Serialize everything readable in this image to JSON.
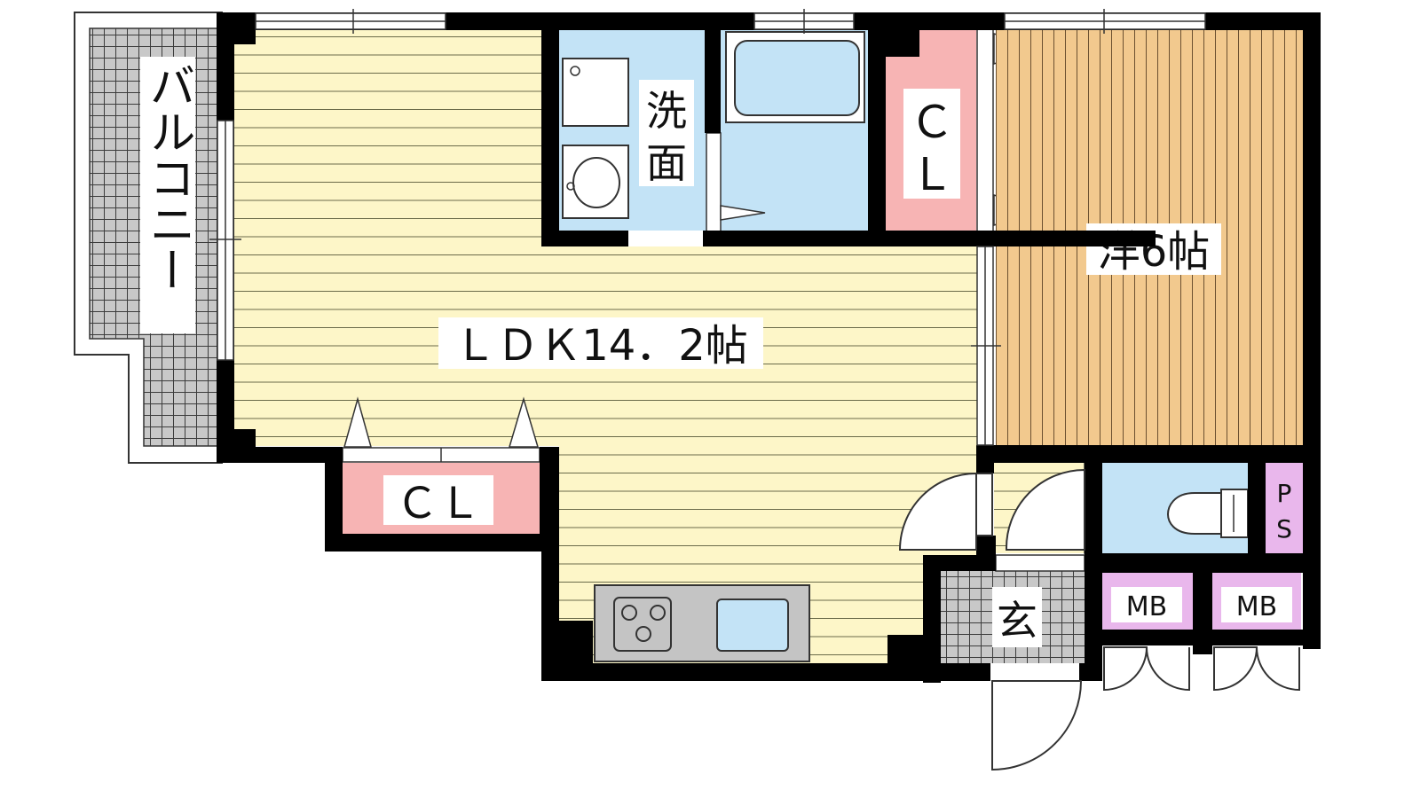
{
  "rooms": {
    "balcony": {
      "label": "バルコニー"
    },
    "ldk": {
      "label": "ＬＤＫ14．2帖"
    },
    "western": {
      "label": "洋6帖"
    },
    "washroom": {
      "label_line1": "洗",
      "label_line2": "面"
    },
    "closet_upper": {
      "label_line1": "Ｃ",
      "label_line2": "Ｌ"
    },
    "closet_lower": {
      "label": "ＣＬ"
    },
    "entrance": {
      "label": "玄"
    },
    "pipe_space": {
      "label_line1": "P",
      "label_line2": "S"
    },
    "meter_box_1": {
      "label": "MB"
    },
    "meter_box_2": {
      "label": "MB"
    }
  },
  "colors": {
    "wall": "#000000",
    "ldk_floor": "#fdf6c8",
    "ldk_lines": "#6b6b4a",
    "western_floor": "#f2c98e",
    "western_lines": "#6b5030",
    "wet_area": "#c3e3f6",
    "closet": "#f7b4b4",
    "meter_box": "#e9b7ec",
    "tile": "#c8c8c8",
    "tile_lines": "#3c3c3c",
    "kitchen_counter": "#c4c4c4"
  }
}
